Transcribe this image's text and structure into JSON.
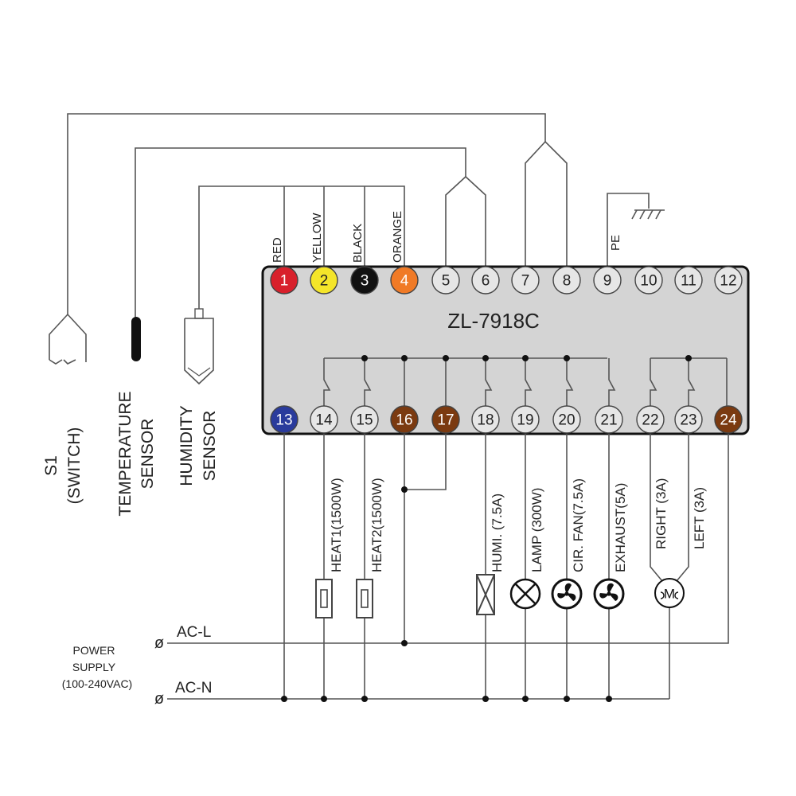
{
  "controller": {
    "model": "ZL-7918C",
    "body_color": "#d4d4d4",
    "top_pins": [
      {
        "num": "1",
        "fill": "#d8202b",
        "text_color": "#ffffff",
        "wire": "RED"
      },
      {
        "num": "2",
        "fill": "#f4e52a",
        "text_color": "#222222",
        "wire": "YELLOW"
      },
      {
        "num": "3",
        "fill": "#111111",
        "text_color": "#ffffff",
        "wire": "BLACK"
      },
      {
        "num": "4",
        "fill": "#f07a26",
        "text_color": "#ffffff",
        "wire": "ORANGE"
      },
      {
        "num": "5",
        "fill": "#e6e6e6",
        "text_color": "#222222",
        "wire": ""
      },
      {
        "num": "6",
        "fill": "#e6e6e6",
        "text_color": "#222222",
        "wire": ""
      },
      {
        "num": "7",
        "fill": "#e6e6e6",
        "text_color": "#222222",
        "wire": ""
      },
      {
        "num": "8",
        "fill": "#e6e6e6",
        "text_color": "#222222",
        "wire": ""
      },
      {
        "num": "9",
        "fill": "#e6e6e6",
        "text_color": "#222222",
        "wire": "PE"
      },
      {
        "num": "10",
        "fill": "#e6e6e6",
        "text_color": "#222222",
        "wire": ""
      },
      {
        "num": "11",
        "fill": "#e6e6e6",
        "text_color": "#222222",
        "wire": ""
      },
      {
        "num": "12",
        "fill": "#e6e6e6",
        "text_color": "#222222",
        "wire": ""
      }
    ],
    "bottom_pins": [
      {
        "num": "13",
        "fill": "#2a3b9c",
        "text_color": "#ffffff"
      },
      {
        "num": "14",
        "fill": "#e6e6e6",
        "text_color": "#222222"
      },
      {
        "num": "15",
        "fill": "#e6e6e6",
        "text_color": "#222222"
      },
      {
        "num": "16",
        "fill": "#7b3a10",
        "text_color": "#ffffff"
      },
      {
        "num": "17",
        "fill": "#7b3a10",
        "text_color": "#ffffff"
      },
      {
        "num": "18",
        "fill": "#e6e6e6",
        "text_color": "#222222"
      },
      {
        "num": "19",
        "fill": "#e6e6e6",
        "text_color": "#222222"
      },
      {
        "num": "20",
        "fill": "#e6e6e6",
        "text_color": "#222222"
      },
      {
        "num": "21",
        "fill": "#e6e6e6",
        "text_color": "#222222"
      },
      {
        "num": "22",
        "fill": "#e6e6e6",
        "text_color": "#222222"
      },
      {
        "num": "23",
        "fill": "#e6e6e6",
        "text_color": "#222222"
      },
      {
        "num": "24",
        "fill": "#7b3a10",
        "text_color": "#ffffff"
      }
    ]
  },
  "sensors": {
    "switch": {
      "line1": "S1",
      "line2": "(SWITCH)"
    },
    "temperature": {
      "line1": "TEMPERATURE",
      "line2": "SENSOR"
    },
    "humidity": {
      "line1": "HUMIDITY",
      "line2": "SENSOR"
    }
  },
  "loads": [
    {
      "label": "HEAT1(1500W)",
      "icon": "heater-icon"
    },
    {
      "label": "HEAT2(1500W)",
      "icon": "heater-icon"
    },
    {
      "label": "HUMI. (7.5A)",
      "icon": "humidifier-icon"
    },
    {
      "label": "LAMP (300W)",
      "icon": "lamp-icon"
    },
    {
      "label": "CIR. FAN(7.5A)",
      "icon": "fan-icon"
    },
    {
      "label": "EXHAUST(5A)",
      "icon": "fan-icon"
    },
    {
      "label": "RIGHT (3A)",
      "icon": "motor-icon"
    },
    {
      "label": "LEFT (3A)",
      "icon": "motor-icon"
    }
  ],
  "power": {
    "title_line1": "POWER",
    "title_line2": "SUPPLY",
    "title_line3": "(100-240VAC)",
    "live_label": "AC-L",
    "neutral_label": "AC-N",
    "terminal_symbol": "ø"
  }
}
